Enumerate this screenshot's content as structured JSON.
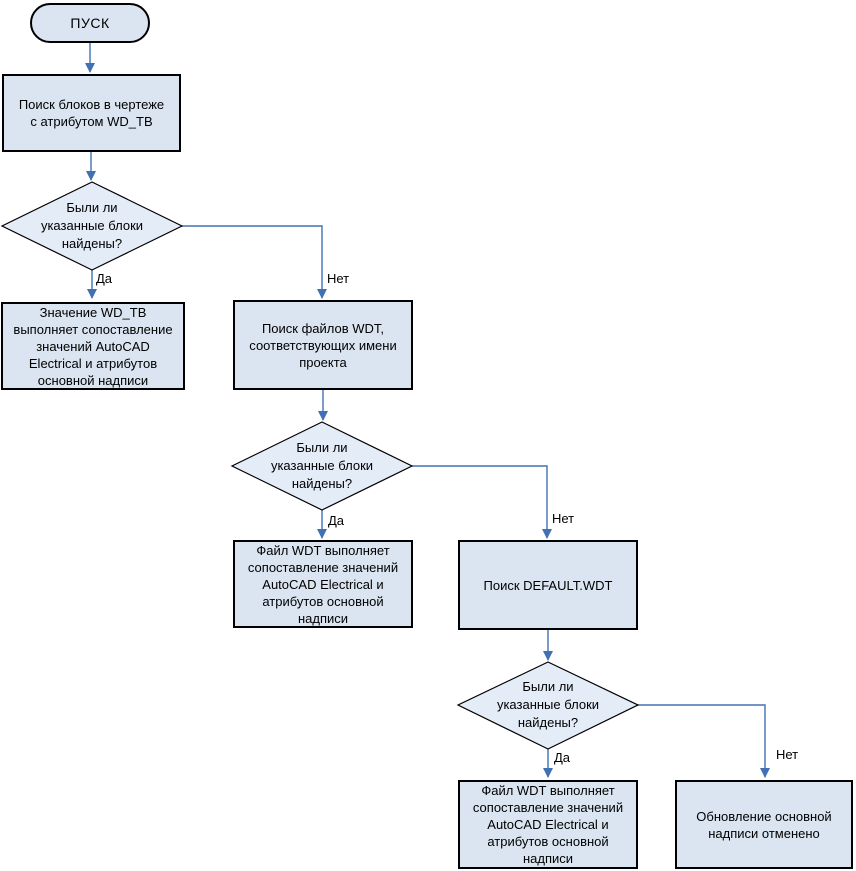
{
  "flowchart": {
    "start": {
      "label": "ПУСК"
    },
    "steps": {
      "search_blocks": "Поиск блоков в чертеже\nс атрибутом WD_TB",
      "decision1": "Были ли\nуказанные блоки\nнайдены?",
      "wdtb_mapping": "Значение WD_TB\nвыполняет сопоставление\nзначений AutoCAD\nElectrical и атрибутов\nосновной надписи",
      "search_wdt_files": "Поиск файлов WDT,\nсоответствующих имени\nпроекта",
      "decision2": "Были ли\nуказанные блоки\nнайдены?",
      "wdt_mapping_1": "Файл WDT выполняет\nсопоставление значений\nAutoCAD Electrical и\nатрибутов основной\nнадписи",
      "search_default_wdt": "Поиск DEFAULT.WDT",
      "decision3": "Были ли\nуказанные блоки\nнайдены?",
      "wdt_mapping_2": "Файл WDT выполняет\nсопоставление значений\nAutoCAD Electrical и\nатрибутов основной\nнадписи",
      "update_cancelled": "Обновление основной\nнадписи отменено"
    },
    "branch_labels": {
      "yes1": "Да",
      "no1": "Нет",
      "yes2": "Да",
      "no2": "Нет",
      "yes3": "Да",
      "no3": "Нет"
    },
    "colors": {
      "process_fill": "#dbe5f1",
      "decision_fill": "#e4ecf7",
      "shape_border": "#000000",
      "connector_blue": "#4171b4",
      "text_color": "#000000"
    }
  }
}
